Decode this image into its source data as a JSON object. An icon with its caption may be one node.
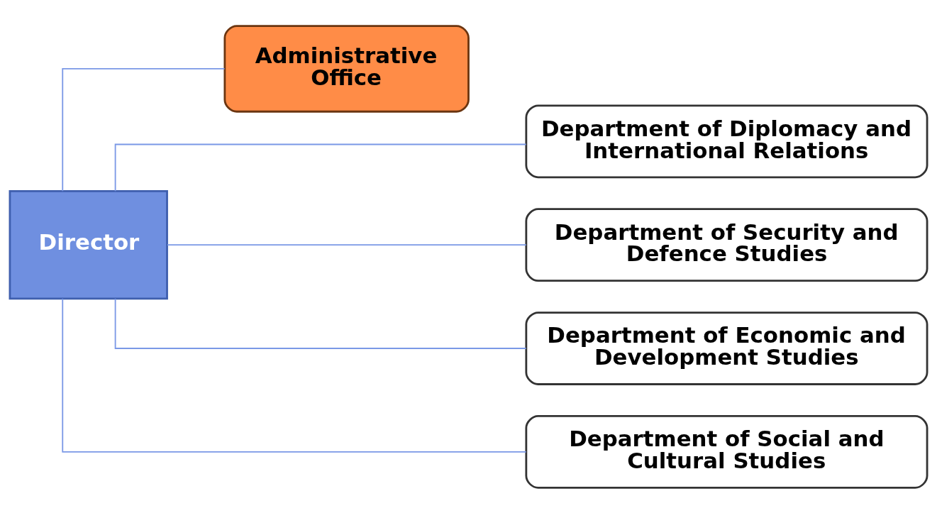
{
  "diagram": {
    "nodes": [
      {
        "text": [
          "Director"
        ]
      },
      {
        "text": [
          "Administrative Office"
        ]
      },
      {
        "text": [
          "Department of Diplomacy and International Relations"
        ]
      },
      {
        "text": [
          "Department of Security and Defence Studies"
        ]
      },
      {
        "text": [
          "Department of Economic and Development Studies"
        ]
      },
      {
        "text": [
          "Department of Social and Cultural Studies"
        ]
      }
    ],
    "edges": [
      {
        "from": 0,
        "to": 1,
        "arrow": "none"
      },
      {
        "from": 0,
        "to": 2,
        "arrow": "none"
      },
      {
        "from": 0,
        "to": 3,
        "arrow": "none"
      },
      {
        "from": 0,
        "to": 4,
        "arrow": "none"
      },
      {
        "from": 0,
        "to": 5,
        "arrow": "none"
      }
    ]
  }
}
